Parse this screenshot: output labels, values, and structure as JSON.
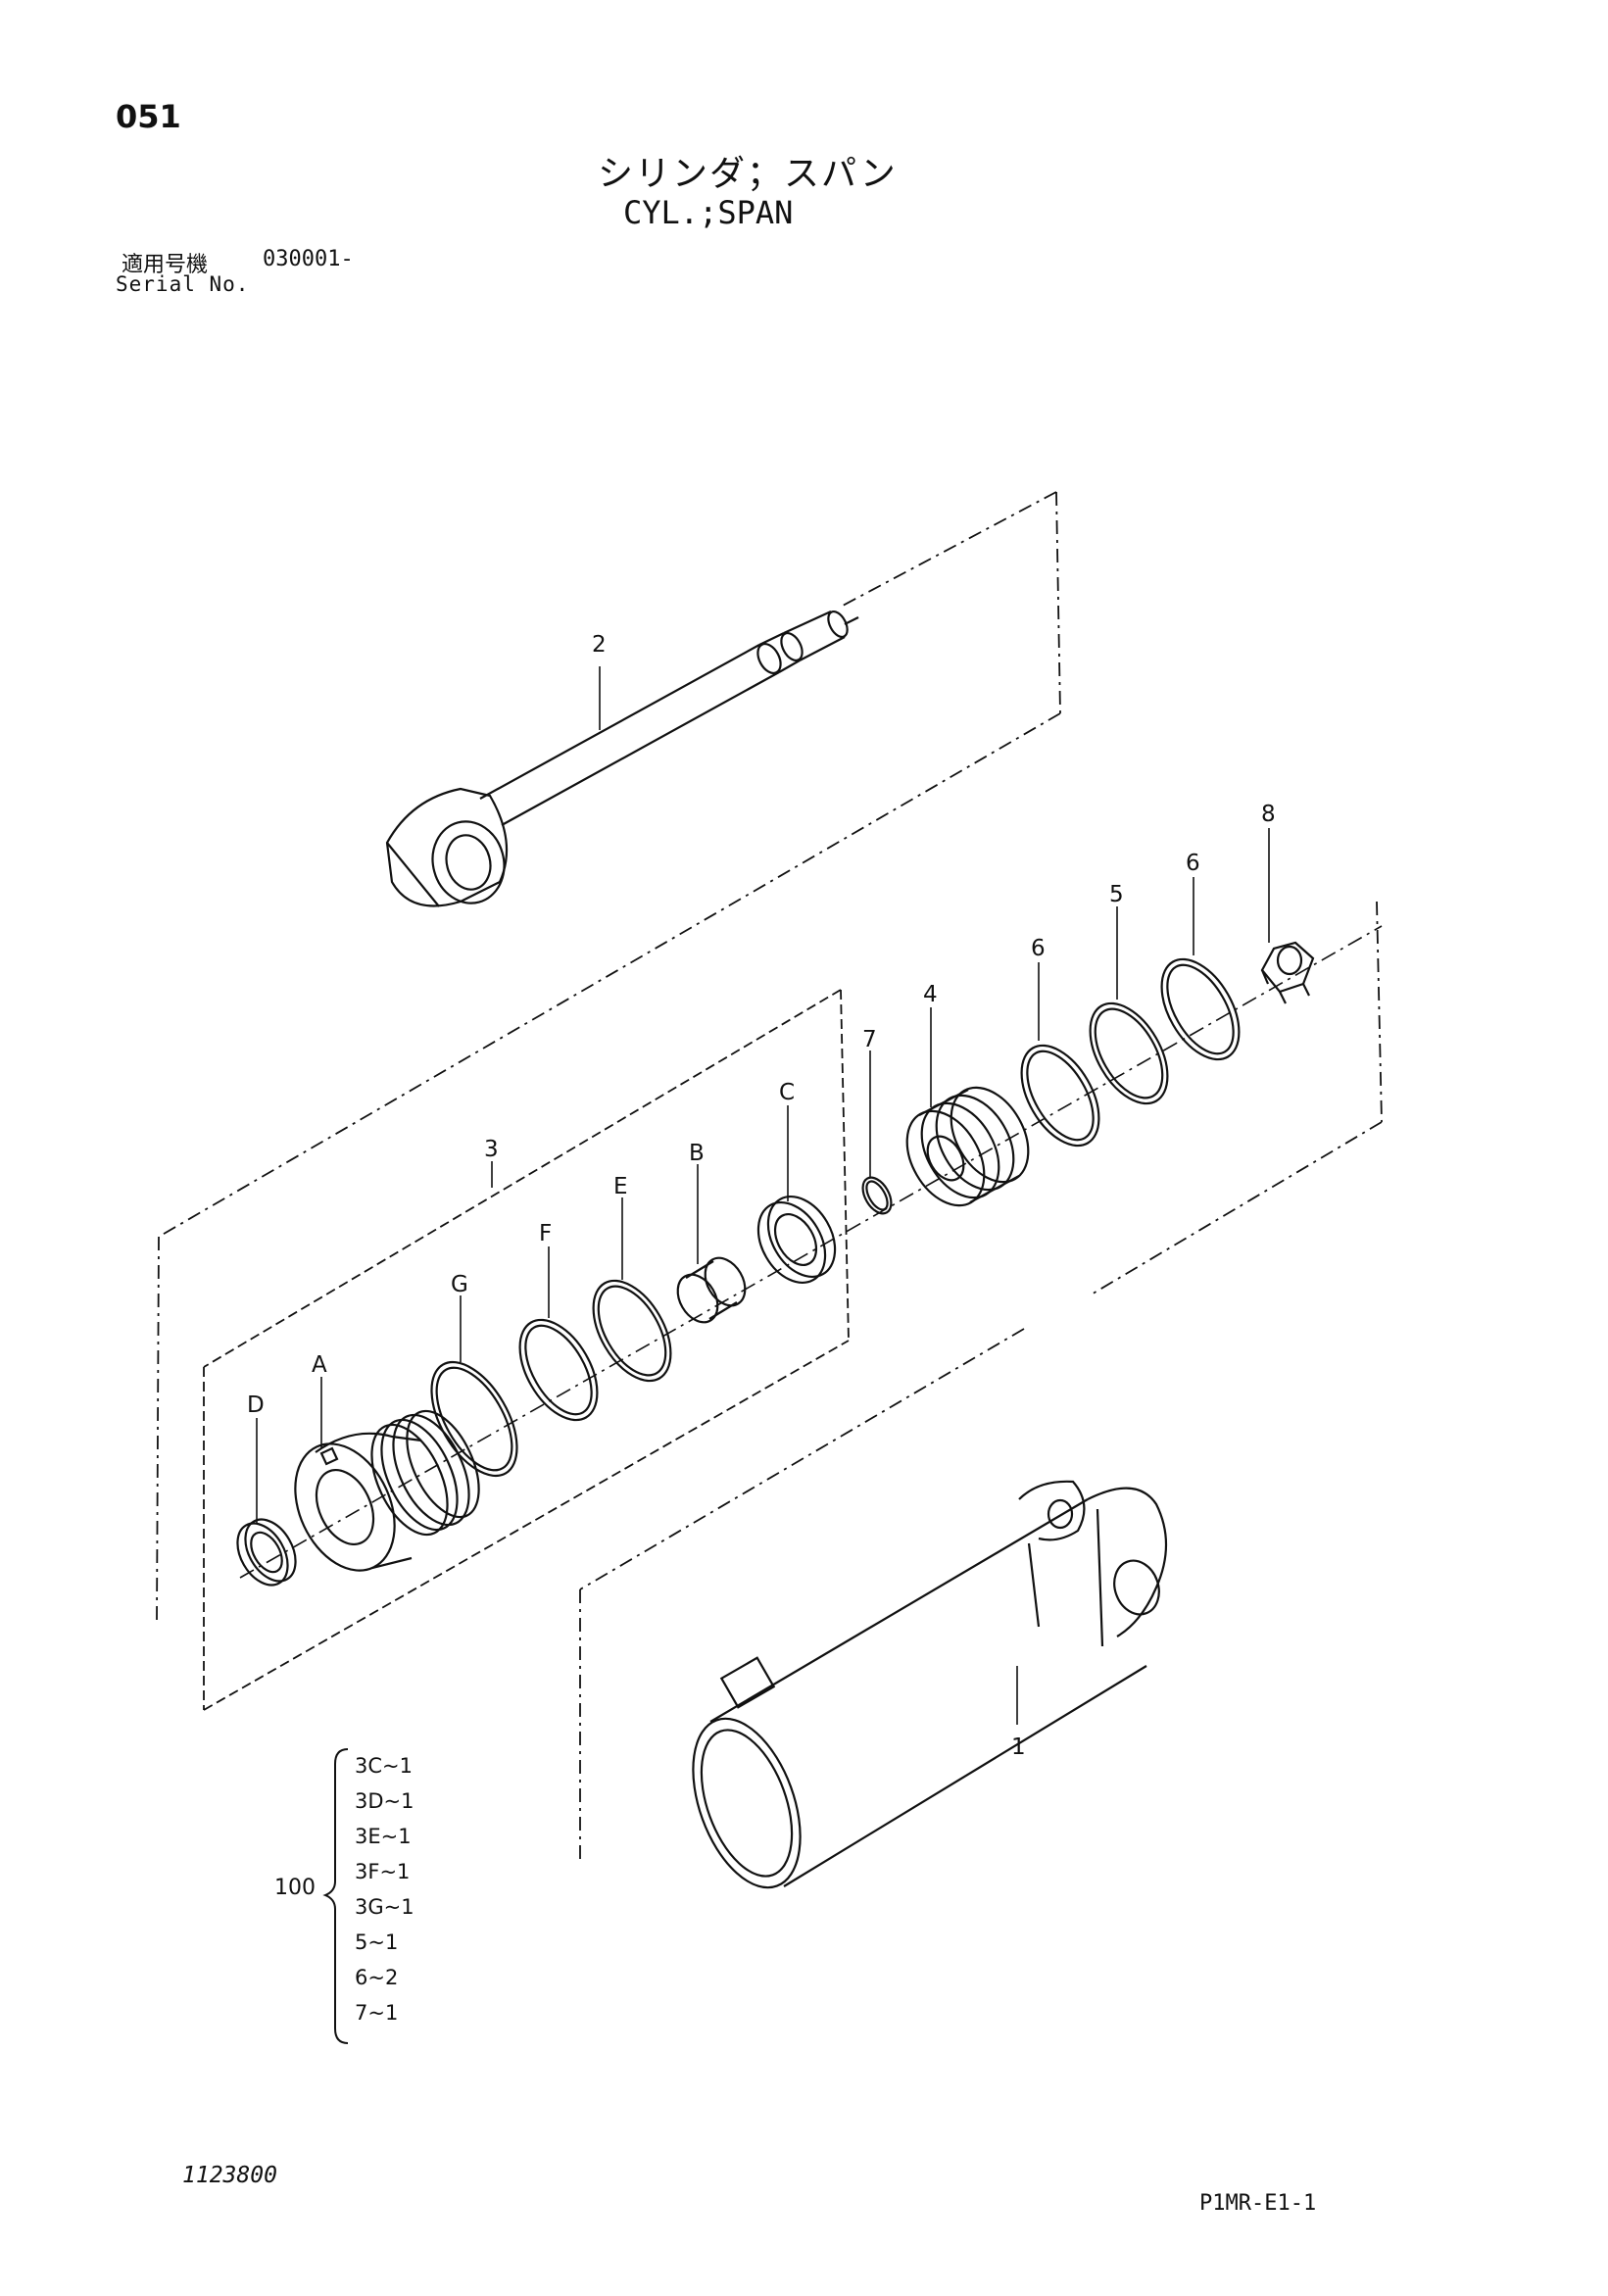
{
  "header": {
    "page_number": "051",
    "title_jp": "シリンダ；スパン",
    "title_en": "CYL.;SPAN",
    "serial_label_jp": "適用号機",
    "serial_value": "030001-",
    "serial_label_en": "Serial No."
  },
  "callouts": {
    "p1": "1",
    "p2": "2",
    "p3": "3",
    "p4": "4",
    "p5": "5",
    "p6a": "6",
    "p6b": "6",
    "p7": "7",
    "p8": "8",
    "pA": "A",
    "pB": "B",
    "pC": "C",
    "pD": "D",
    "pE": "E",
    "pF": "F",
    "pG": "G"
  },
  "kit": {
    "number": "100",
    "items": [
      "3C~1",
      "3D~1",
      "3E~1",
      "3F~1",
      "3G~1",
      "5~1",
      "6~2",
      "7~1"
    ]
  },
  "footer": {
    "doc_id": "1123800",
    "page_code": "P1MR-E1-1"
  }
}
